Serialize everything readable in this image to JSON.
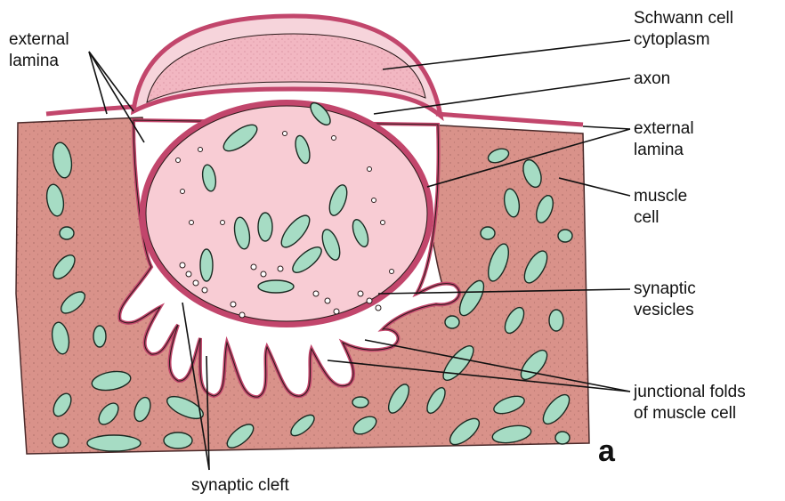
{
  "labels": {
    "external_lamina_left_line1": "external",
    "external_lamina_left_line2": "lamina",
    "schwann_line1": "Schwann cell",
    "schwann_line2": "cytoplasm",
    "axon": "axon",
    "external_lamina_right_line1": "external",
    "external_lamina_right_line2": "lamina",
    "muscle_line1": "muscle",
    "muscle_line2": "cell",
    "synaptic_vesicles_line1": "synaptic",
    "synaptic_vesicles_line2": "vesicles",
    "junctional_line1": "junctional folds",
    "junctional_line2": "of muscle cell",
    "synaptic_cleft": "synaptic cleft",
    "panel": "a"
  },
  "colors": {
    "muscle": "#d9928a",
    "lamina": "#c2466c",
    "schwann": "#f2b7c2",
    "axon": "#f8ccd4",
    "mitochondria": "#a6dcc4",
    "outline": "#2a1a1a"
  },
  "icons": {
    "mitochondrion": "mitochondrion-icon",
    "vesicle": "vesicle-icon"
  }
}
